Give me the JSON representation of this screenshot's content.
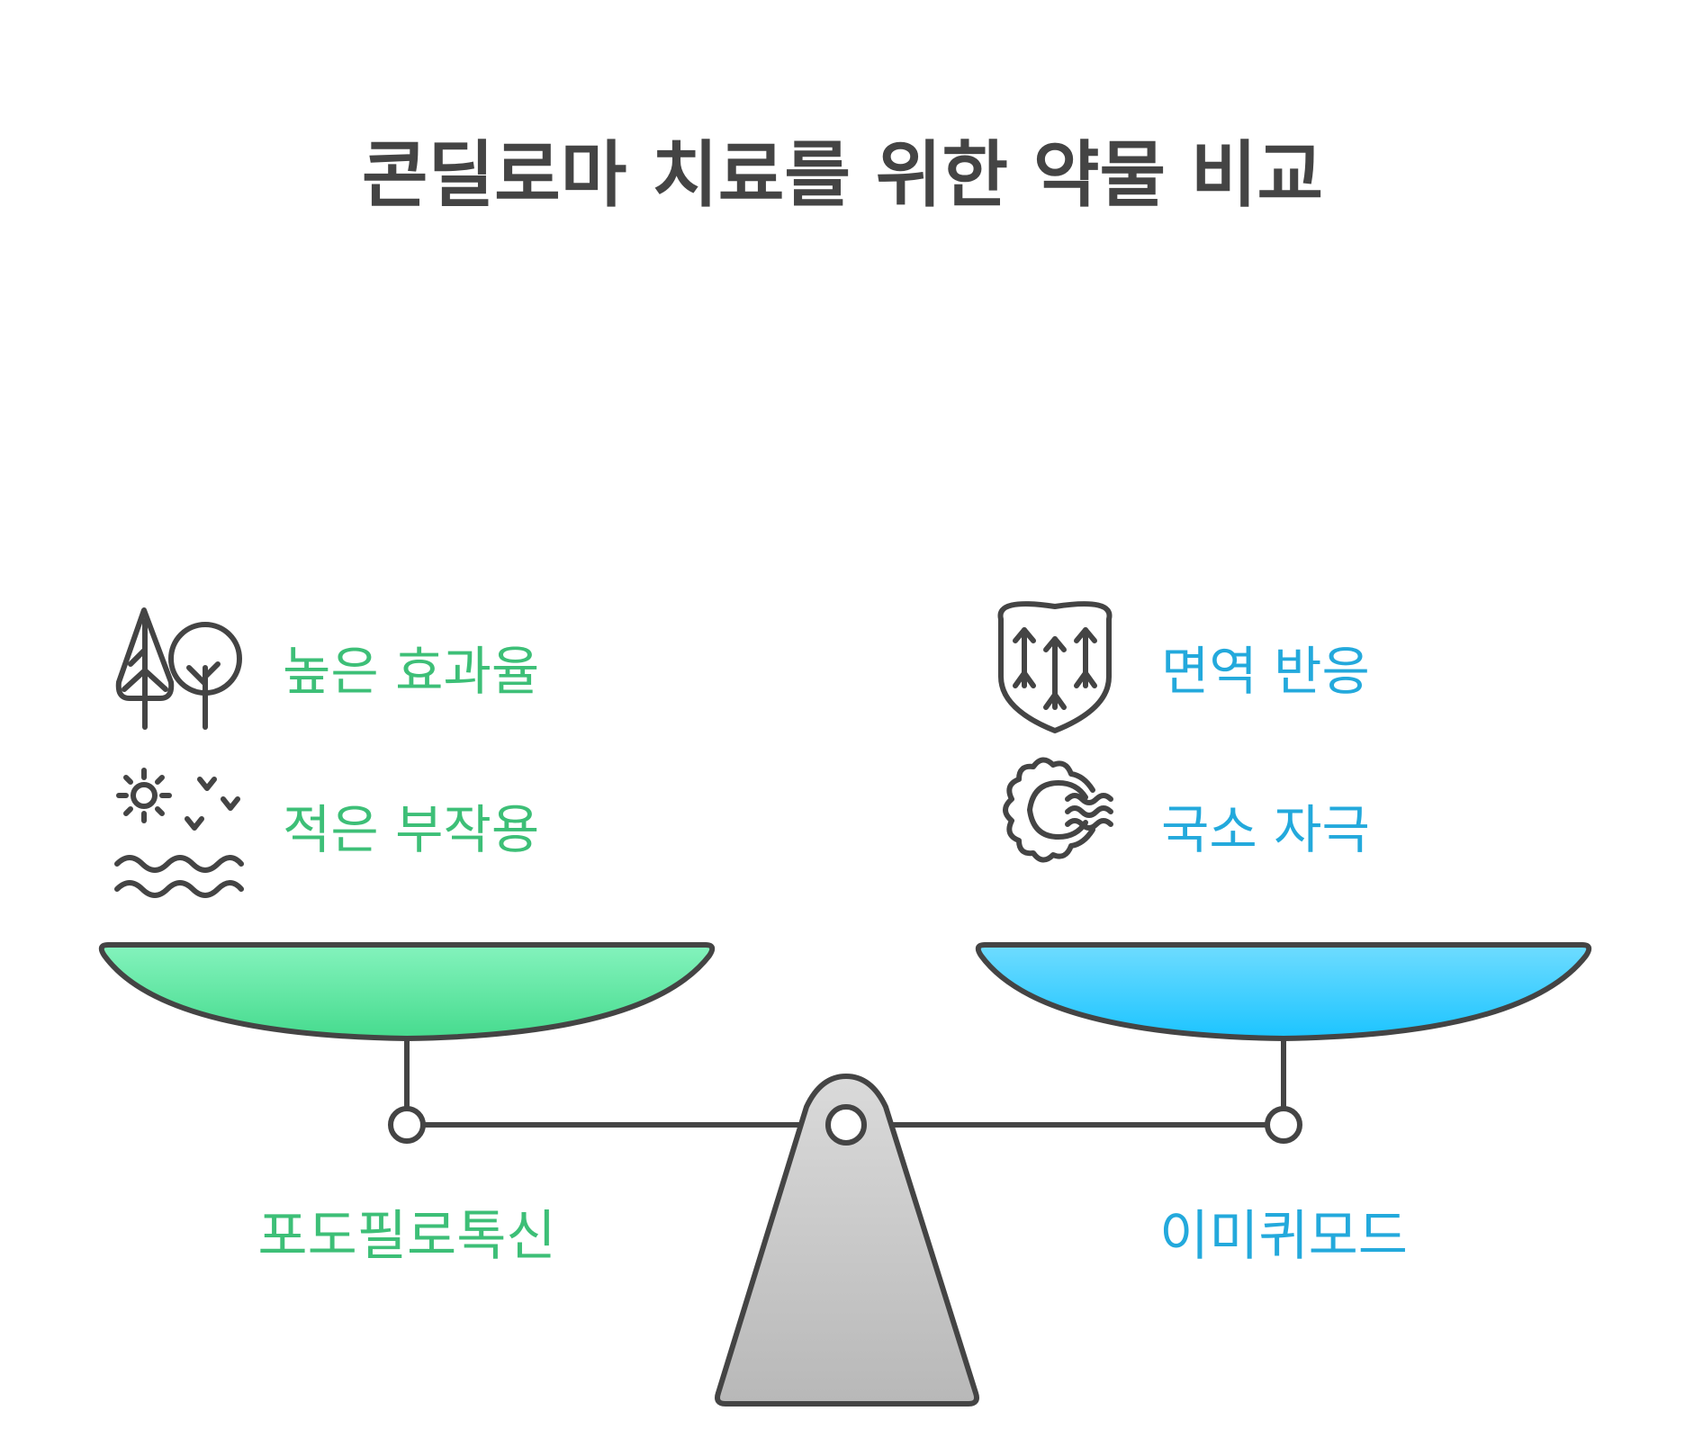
{
  "title": "콘딜로마 치료를 위한 약물 비교",
  "colors": {
    "left_accent": "#3dbf77",
    "right_accent": "#23a9dc",
    "outline": "#444444",
    "left_pan_top": "#84f3bd",
    "left_pan_bottom": "#46db8e",
    "right_pan_top": "#6fdcff",
    "right_pan_bottom": "#1cc4ff",
    "stand_top": "#dadada",
    "stand_bottom": "#b8b8b8"
  },
  "left": {
    "drug_name": "포도필로톡신",
    "features": [
      {
        "label": "높은 효과율",
        "icon": "trees-icon"
      },
      {
        "label": "적은 부작용",
        "icon": "sun-birds-waves-icon"
      }
    ]
  },
  "right": {
    "drug_name": "이미퀴모드",
    "features": [
      {
        "label": "면역 반응",
        "icon": "shield-arrows-icon"
      },
      {
        "label": "국소 자극",
        "icon": "gear-wind-icon"
      }
    ]
  }
}
